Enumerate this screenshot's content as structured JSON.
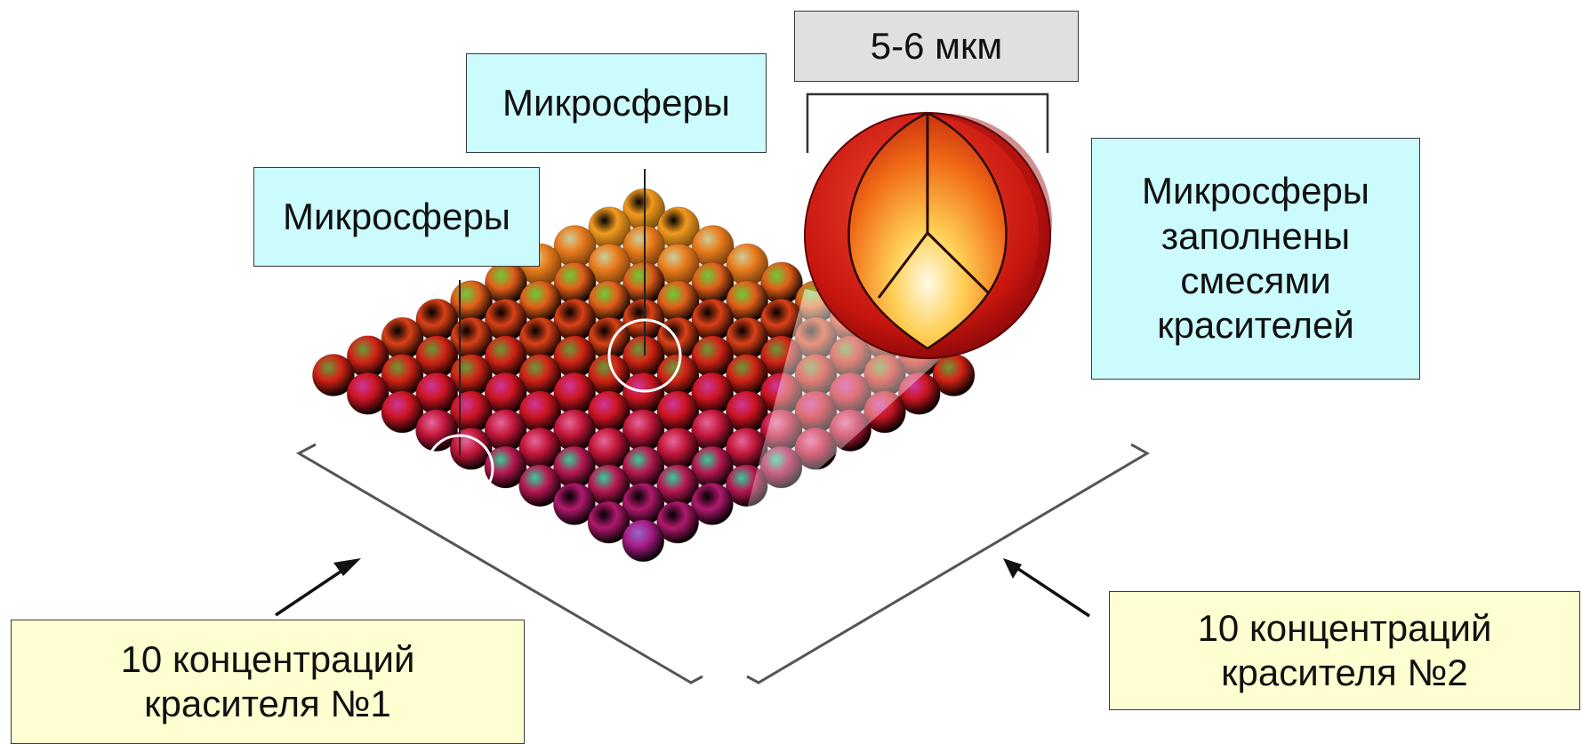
{
  "labels": {
    "size": "5-6 мкм",
    "microspheres_top": "Микросферы",
    "microspheres_left": "Микросферы",
    "filled": "Микросферы\nзаполнены\nсмесями\nкрасителей",
    "dye1": "10 концентраций\nкрасителя №1",
    "dye2": "10 концентраций\nкрасителя №2"
  },
  "grid": {
    "rows": 10,
    "columns": 10
  },
  "colors": {
    "dye1_color": "#a81b86",
    "mid_color": "#d01414",
    "dye2_color": "#f29a1e",
    "label_box_cyan": "#ccfbfd",
    "label_box_yellow": "#fefed0",
    "label_box_gray": "#e0e0e0"
  }
}
